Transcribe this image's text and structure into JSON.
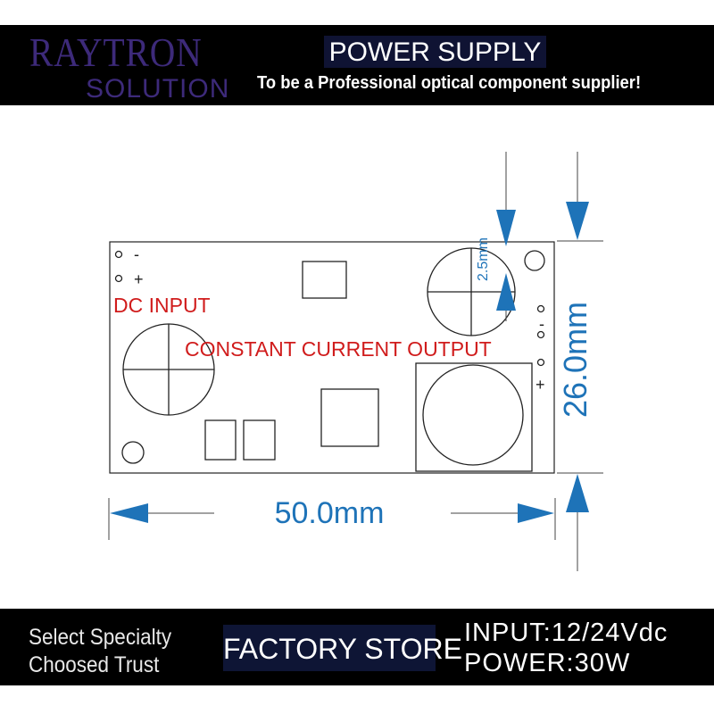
{
  "header": {
    "brand_line1": "RAYTRON",
    "brand_line2": "SOLUTION",
    "title": "POWER SUPPLY",
    "slogan": "To be a Professional optical component supplier!"
  },
  "diagram": {
    "dc_input_label": "DC INPUT",
    "output_label": "CONSTANT CURRENT OUTPUT",
    "input_minus": "-",
    "input_plus": "+",
    "output_minus": "-",
    "output_plus": "+",
    "width_dimension": "50.0mm",
    "height_dimension": "26.0mm",
    "hole_offset": "2.5mm"
  },
  "footer": {
    "tagline_line1": "Select Specialty",
    "tagline_line2": "Choosed Trust",
    "store_label": "FACTORY STORE",
    "input_spec": "INPUT:12/24Vdc",
    "power_spec": "POWER:30W"
  },
  "colors": {
    "brand_purple": "#3d2a7a",
    "dimension_blue": "#1e73b8",
    "label_red": "#d01c1c"
  }
}
